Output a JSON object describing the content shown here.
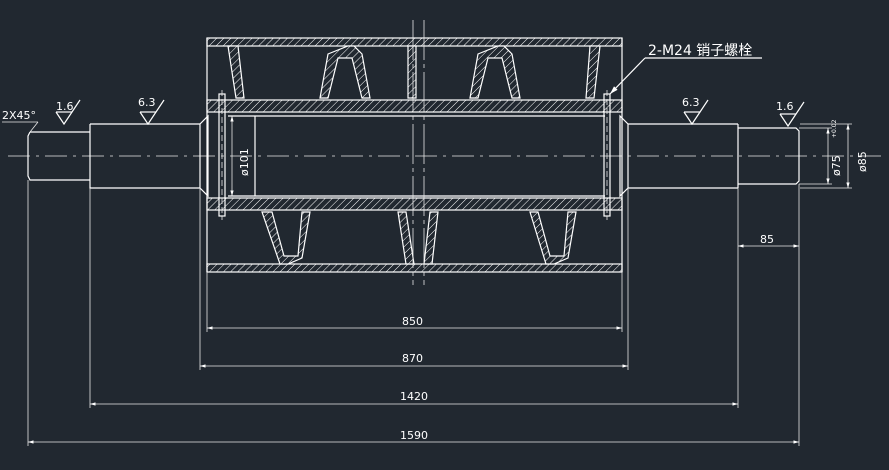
{
  "callout": {
    "label": "2-M24 销子螺栓"
  },
  "chamfer": {
    "label": "2X45°"
  },
  "roughness": [
    {
      "value": "1.6"
    },
    {
      "value": "6.3"
    },
    {
      "value": "6.3"
    },
    {
      "value": "1.6"
    }
  ],
  "dimensions": {
    "d850": "850",
    "d870": "870",
    "d1420": "1420",
    "d1590": "1590",
    "d85": "85",
    "phi101": "ø101",
    "phi75": "ø75",
    "phi75_tol": "+0.02",
    "phi85": "ø85"
  }
}
